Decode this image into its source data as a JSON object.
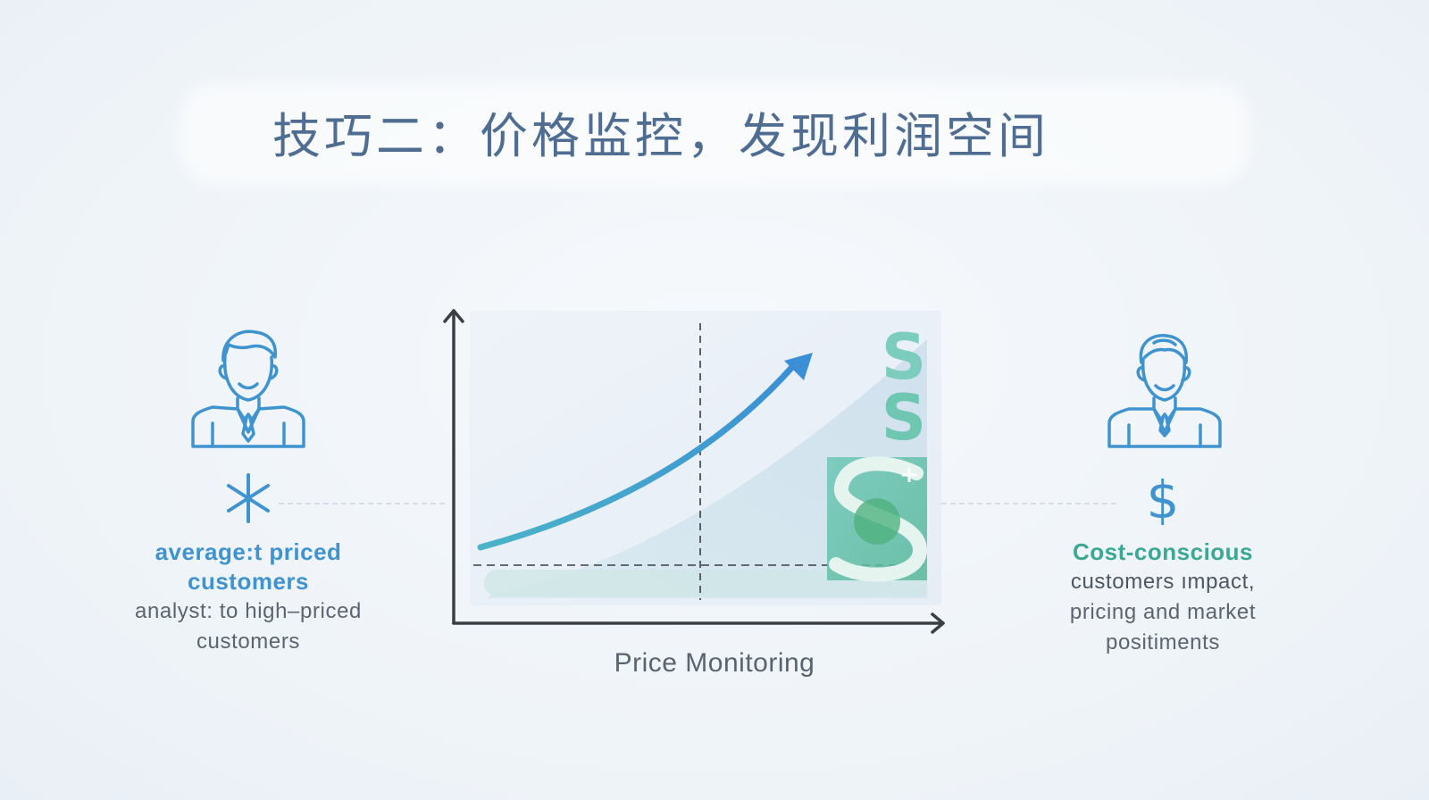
{
  "slide": {
    "title": "技巧二：价格监控，发现利润空间",
    "left_persona": {
      "heading_line1": "average:t priced",
      "heading_line2": "customers",
      "desc_line1": "analyst: to high–priced",
      "desc_line2": "customers",
      "avatar_icon": "person-icon",
      "symbol_icon": "asterisk-icon"
    },
    "right_persona": {
      "heading": "Cost-conscious",
      "desc_line1": "customers ımpact,",
      "desc_line2": "pricing and market",
      "desc_line3": "positiments",
      "avatar_icon": "person-icon",
      "symbol": "$",
      "symbol_icon": "dollar-icon"
    },
    "chart": {
      "caption": "Price Monitoring",
      "trend_icon": "upward-trend-arrow-icon",
      "money_icons": [
        "dollar-sign-icon",
        "dollar-sign-icon",
        "dollar-sign-icon"
      ],
      "plus_symbol": "+"
    },
    "colors": {
      "title": "#4f6d92",
      "blue_accent": "#3f93cf",
      "green_accent": "#3ba894",
      "axis": "#3a3f46",
      "text": "#5b6470"
    }
  }
}
